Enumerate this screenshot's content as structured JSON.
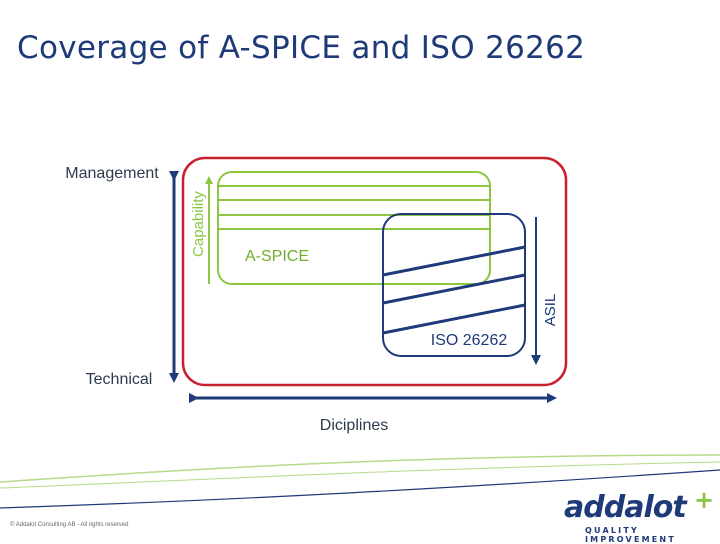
{
  "title": "Coverage of A-SPICE and ISO 26262",
  "diagram": {
    "axis_management": "Management",
    "axis_technical": "Technical",
    "axis_disciplines": "Diciplines",
    "label_capability": "Capability",
    "label_aspice": "A-SPICE",
    "label_iso": "ISO 26262",
    "label_asil": "ASIL"
  },
  "footer": {
    "copyright": "© Addalot Consulting AB - All rights reserved",
    "logo_word": "addalot",
    "logo_plus": "+",
    "logo_tagline": "QUALITY IMPROVEMENT"
  },
  "colors": {
    "title": "#1f3a78",
    "outer_border": "#c8202f",
    "aspice": "#8dc63f",
    "iso": "#1f3a78",
    "arrows": "#1f3a78",
    "text": "#2e3b4e"
  }
}
